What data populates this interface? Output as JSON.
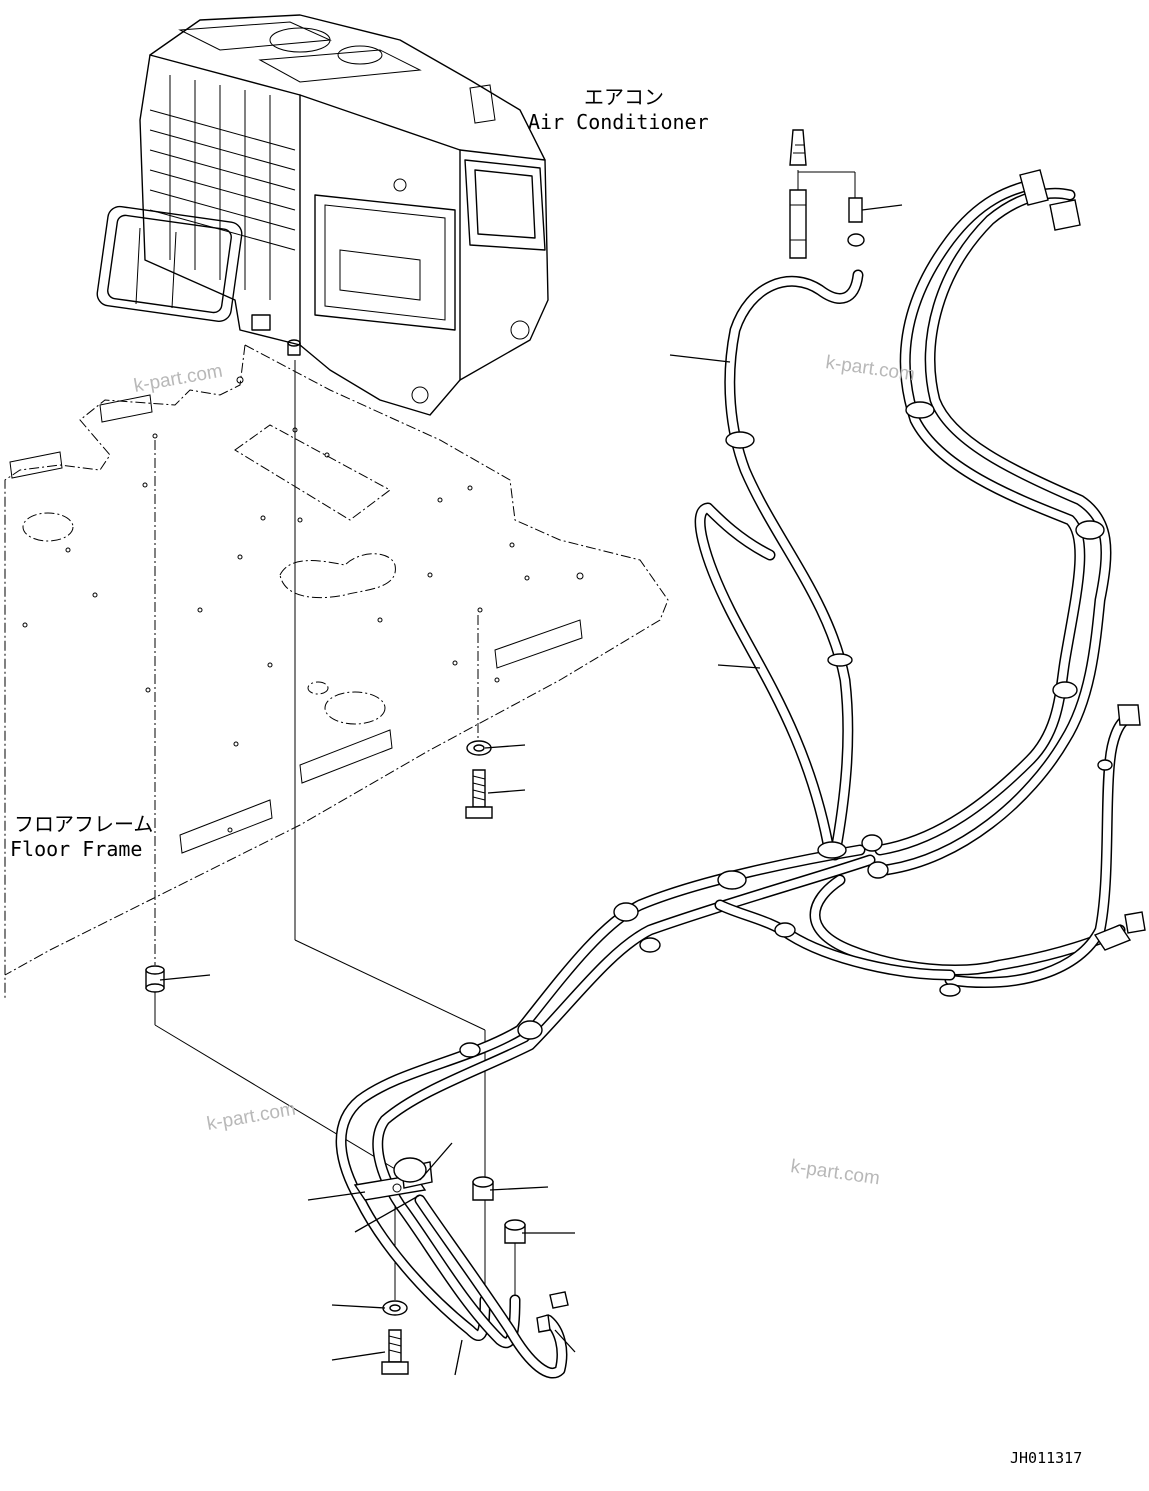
{
  "drawing": {
    "drawing_number": "JH011317"
  },
  "labels": {
    "air_conditioner_jp": "エアコン",
    "air_conditioner_en": "Air Conditioner",
    "floor_frame_jp": "フロアフレーム",
    "floor_frame_en": "Floor Frame"
  },
  "watermarks": [
    "k-part.com",
    "k-part.com",
    "k-part.com",
    "k-part.com"
  ]
}
